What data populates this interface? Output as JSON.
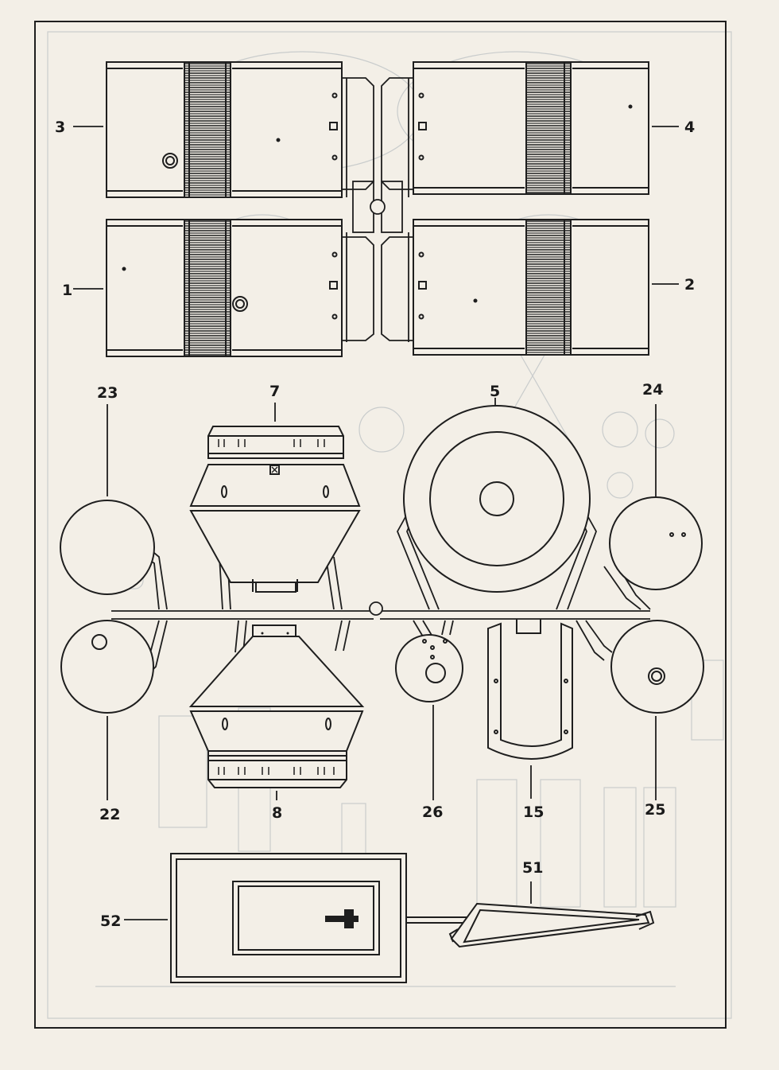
{
  "sheet": {
    "title": "",
    "part_labels": {
      "p1": "1",
      "p2": "2",
      "p3": "3",
      "p4": "4",
      "p5": "5",
      "p7": "7",
      "p8": "8",
      "p15": "15",
      "p22": "22",
      "p23": "23",
      "p24": "24",
      "p25": "25",
      "p26": "26",
      "p51": "51",
      "p52": "52"
    }
  },
  "colors": {
    "paper": "#f3efe7",
    "ink": "#1e1e1e",
    "ghost": "#c9cccc"
  }
}
